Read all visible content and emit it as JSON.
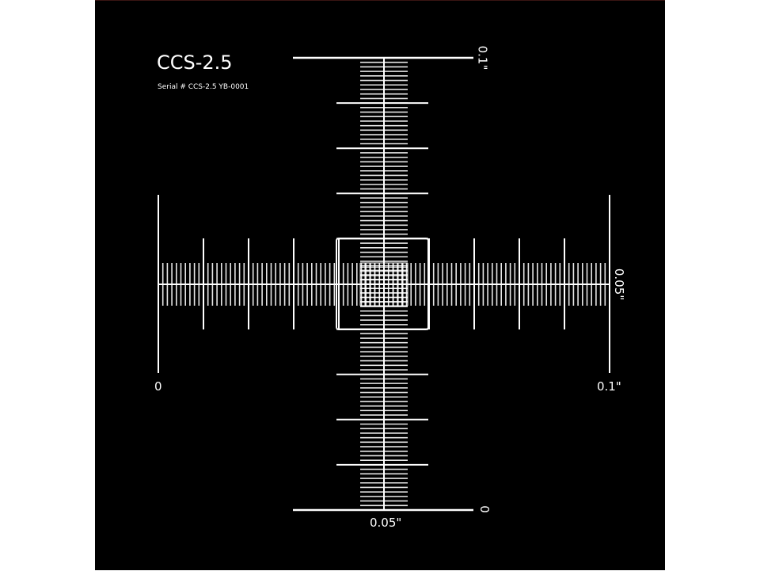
{
  "title": "CCS-2.5",
  "serial": "Serial # CCS-2.5 YB-0001",
  "labels": {
    "h_start": "0",
    "h_end": "0.1\"",
    "h_mid": "0.05\"",
    "v_top": "0.1\"",
    "v_bottom": "0",
    "v_mid": "0.05\""
  },
  "scale": {
    "range_in": 0.1,
    "major_div": 10,
    "fine_div": 100
  },
  "colors": {
    "background": "#000000",
    "lines": "#ffffff"
  }
}
